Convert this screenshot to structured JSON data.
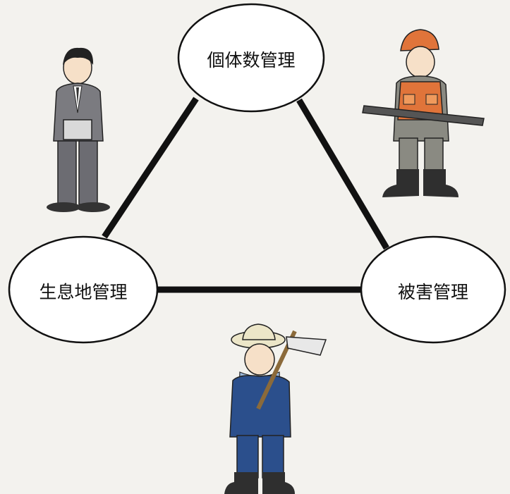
{
  "nodes": {
    "top": {
      "label": "個体数管理"
    },
    "left": {
      "label": "生息地管理"
    },
    "right": {
      "label": "被害管理"
    }
  },
  "figures": {
    "office_worker": "office-worker-figure",
    "hunter": "hunter-figure",
    "farmer": "farmer-figure"
  },
  "colors": {
    "background": "#f3f2ee",
    "line": "#111111",
    "suit": "#7b7b80",
    "hunter_vest": "#e0743a",
    "hunter_clothes": "#8a8a82",
    "farmer_clothes": "#2b4f8c"
  }
}
